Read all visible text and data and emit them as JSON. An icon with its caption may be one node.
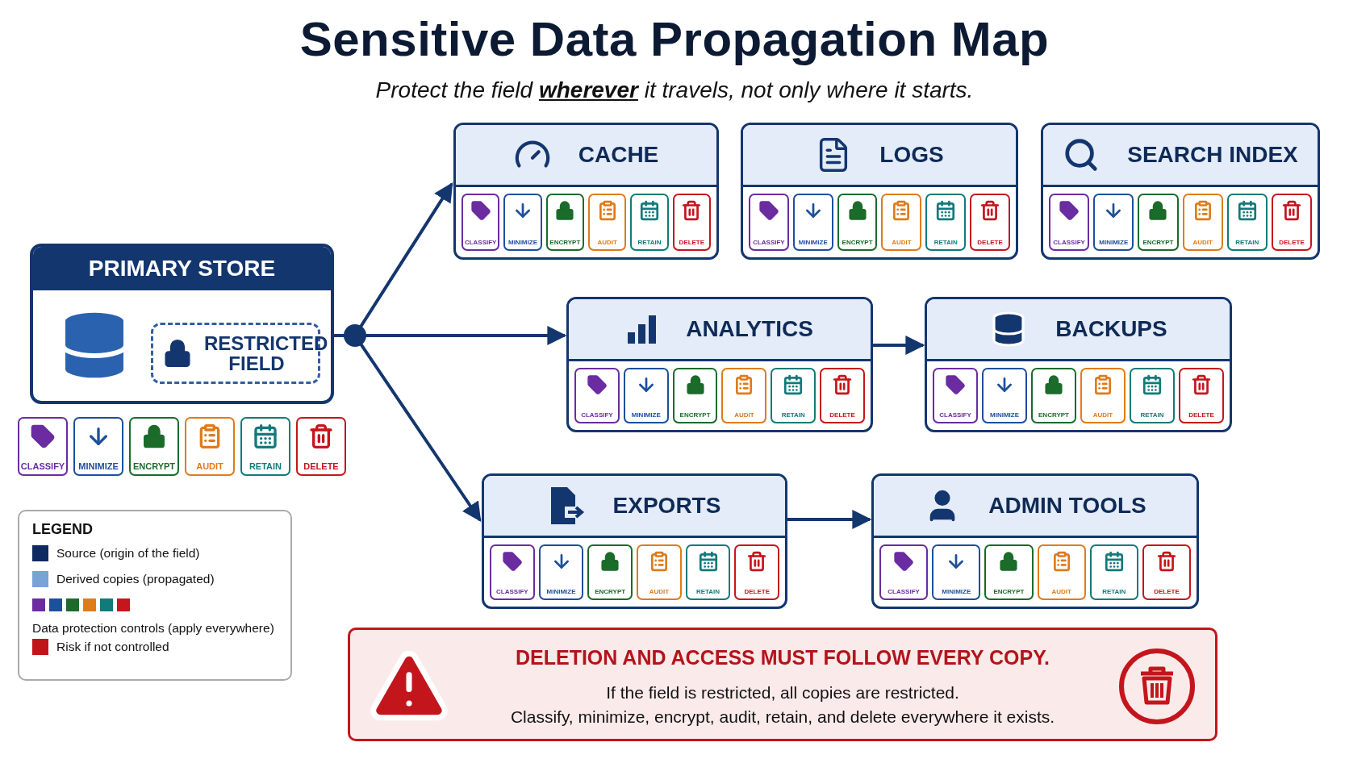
{
  "diagram": {
    "title": "Sensitive Data Propagation Map",
    "nodes": [
      {
        "text": [
          "PRIMARY STORE"
        ]
      },
      {
        "text": [
          "RESTRICTED FIELD"
        ],
        "in": 0
      },
      {
        "text": [
          "CLASSIFY"
        ]
      },
      {
        "text": [
          "MINIMIZE"
        ]
      },
      {
        "text": [
          "ENCRYPT"
        ]
      },
      {
        "text": [
          "AUDIT"
        ]
      },
      {
        "text": [
          "RETAIN"
        ]
      },
      {
        "text": [
          "DELETE"
        ]
      },
      {
        "text": [
          "CACHE"
        ]
      },
      {
        "text": [
          "CLASSIFY"
        ],
        "in": 8
      },
      {
        "text": [
          "MINIMIZE"
        ],
        "in": 8
      },
      {
        "text": [
          "ENCRYPT"
        ],
        "in": 8
      },
      {
        "text": [
          "AUDIT"
        ],
        "in": 8
      },
      {
        "text": [
          "RETAIN"
        ],
        "in": 8
      },
      {
        "text": [
          "DELETE"
        ],
        "in": 8
      },
      {
        "text": [
          "LOGS"
        ]
      },
      {
        "text": [
          "CLASSIFY"
        ],
        "in": 15
      },
      {
        "text": [
          "MINIMIZE"
        ],
        "in": 15
      },
      {
        "text": [
          "ENCRYPT"
        ],
        "in": 15
      },
      {
        "text": [
          "AUDIT"
        ],
        "in": 15
      },
      {
        "text": [
          "RETAIN"
        ],
        "in": 15
      },
      {
        "text": [
          "DELETE"
        ],
        "in": 15
      },
      {
        "text": [
          "SEARCH INDEX"
        ]
      },
      {
        "text": [
          "CLASSIFY"
        ],
        "in": 22
      },
      {
        "text": [
          "MINIMIZE"
        ],
        "in": 22
      },
      {
        "text": [
          "ENCRYPT"
        ],
        "in": 22
      },
      {
        "text": [
          "AUDIT"
        ],
        "in": 22
      },
      {
        "text": [
          "RETAIN"
        ],
        "in": 22
      },
      {
        "text": [
          "DELETE"
        ],
        "in": 22
      },
      {
        "text": [
          "ANALYTICS"
        ]
      },
      {
        "text": [
          "CLASSIFY"
        ],
        "in": 29
      },
      {
        "text": [
          "MINIMIZE"
        ],
        "in": 29
      },
      {
        "text": [
          "ENCRYPT"
        ],
        "in": 29
      },
      {
        "text": [
          "AUDIT"
        ],
        "in": 29
      },
      {
        "text": [
          "RETAIN"
        ],
        "in": 29
      },
      {
        "text": [
          "DELETE"
        ],
        "in": 29
      },
      {
        "text": [
          "BACKUPS"
        ]
      },
      {
        "text": [
          "CLASSIFY"
        ],
        "in": 36
      },
      {
        "text": [
          "MINIMIZE"
        ],
        "in": 36
      },
      {
        "text": [
          "ENCRYPT"
        ],
        "in": 36
      },
      {
        "text": [
          "AUDIT"
        ],
        "in": 36
      },
      {
        "text": [
          "RETAIN"
        ],
        "in": 36
      },
      {
        "text": [
          "DELETE"
        ],
        "in": 36
      },
      {
        "text": [
          "EXPORTS"
        ]
      },
      {
        "text": [
          "CLASSIFY"
        ],
        "in": 43
      },
      {
        "text": [
          "MINIMIZE"
        ],
        "in": 43
      },
      {
        "text": [
          "ENCRYPT"
        ],
        "in": 43
      },
      {
        "text": [
          "AUDIT"
        ],
        "in": 43
      },
      {
        "text": [
          "RETAIN"
        ],
        "in": 43
      },
      {
        "text": [
          "DELETE"
        ],
        "in": 43
      },
      {
        "text": [
          "ADMIN TOOLS"
        ]
      },
      {
        "text": [
          "CLASSIFY"
        ],
        "in": 50
      },
      {
        "text": [
          "MINIMIZE"
        ],
        "in": 50
      },
      {
        "text": [
          "ENCRYPT"
        ],
        "in": 50
      },
      {
        "text": [
          "AUDIT"
        ],
        "in": 50
      },
      {
        "text": [
          "RETAIN"
        ],
        "in": 50
      },
      {
        "text": [
          "DELETE"
        ],
        "in": 50
      },
      {
        "text": [
          "DELETION AND ACCESS MUST FOLLOW EVERY COPY.",
          "If the field is restricted, all copies are restricted.",
          "Classify, minimize, encrypt, audit, retain, and delete everywhere it exists."
        ]
      }
    ],
    "edges": [
      {
        "from": 0,
        "to": 8,
        "arrow": "to"
      },
      {
        "from": 0,
        "to": 29,
        "arrow": "to"
      },
      {
        "from": 0,
        "to": 43,
        "arrow": "to"
      },
      {
        "from": 29,
        "to": 36,
        "arrow": "to"
      },
      {
        "from": 43,
        "to": 50,
        "arrow": "to"
      }
    ],
    "labels": [
      "Protect the field **wherever** it travels, not only where it starts.",
      "LEGEND"
    ],
    "legend": [
      {
        "text": "Source (origin of the field)",
        "color": "#0d2b5e"
      },
      {
        "text": "Derived copies (propagated)",
        "color": "#77a3d6"
      },
      {
        "text": "Data protection controls (apply everywhere)"
      },
      {
        "text": "Risk if not controlled",
        "color": "#c0141b"
      }
    ]
  }
}
